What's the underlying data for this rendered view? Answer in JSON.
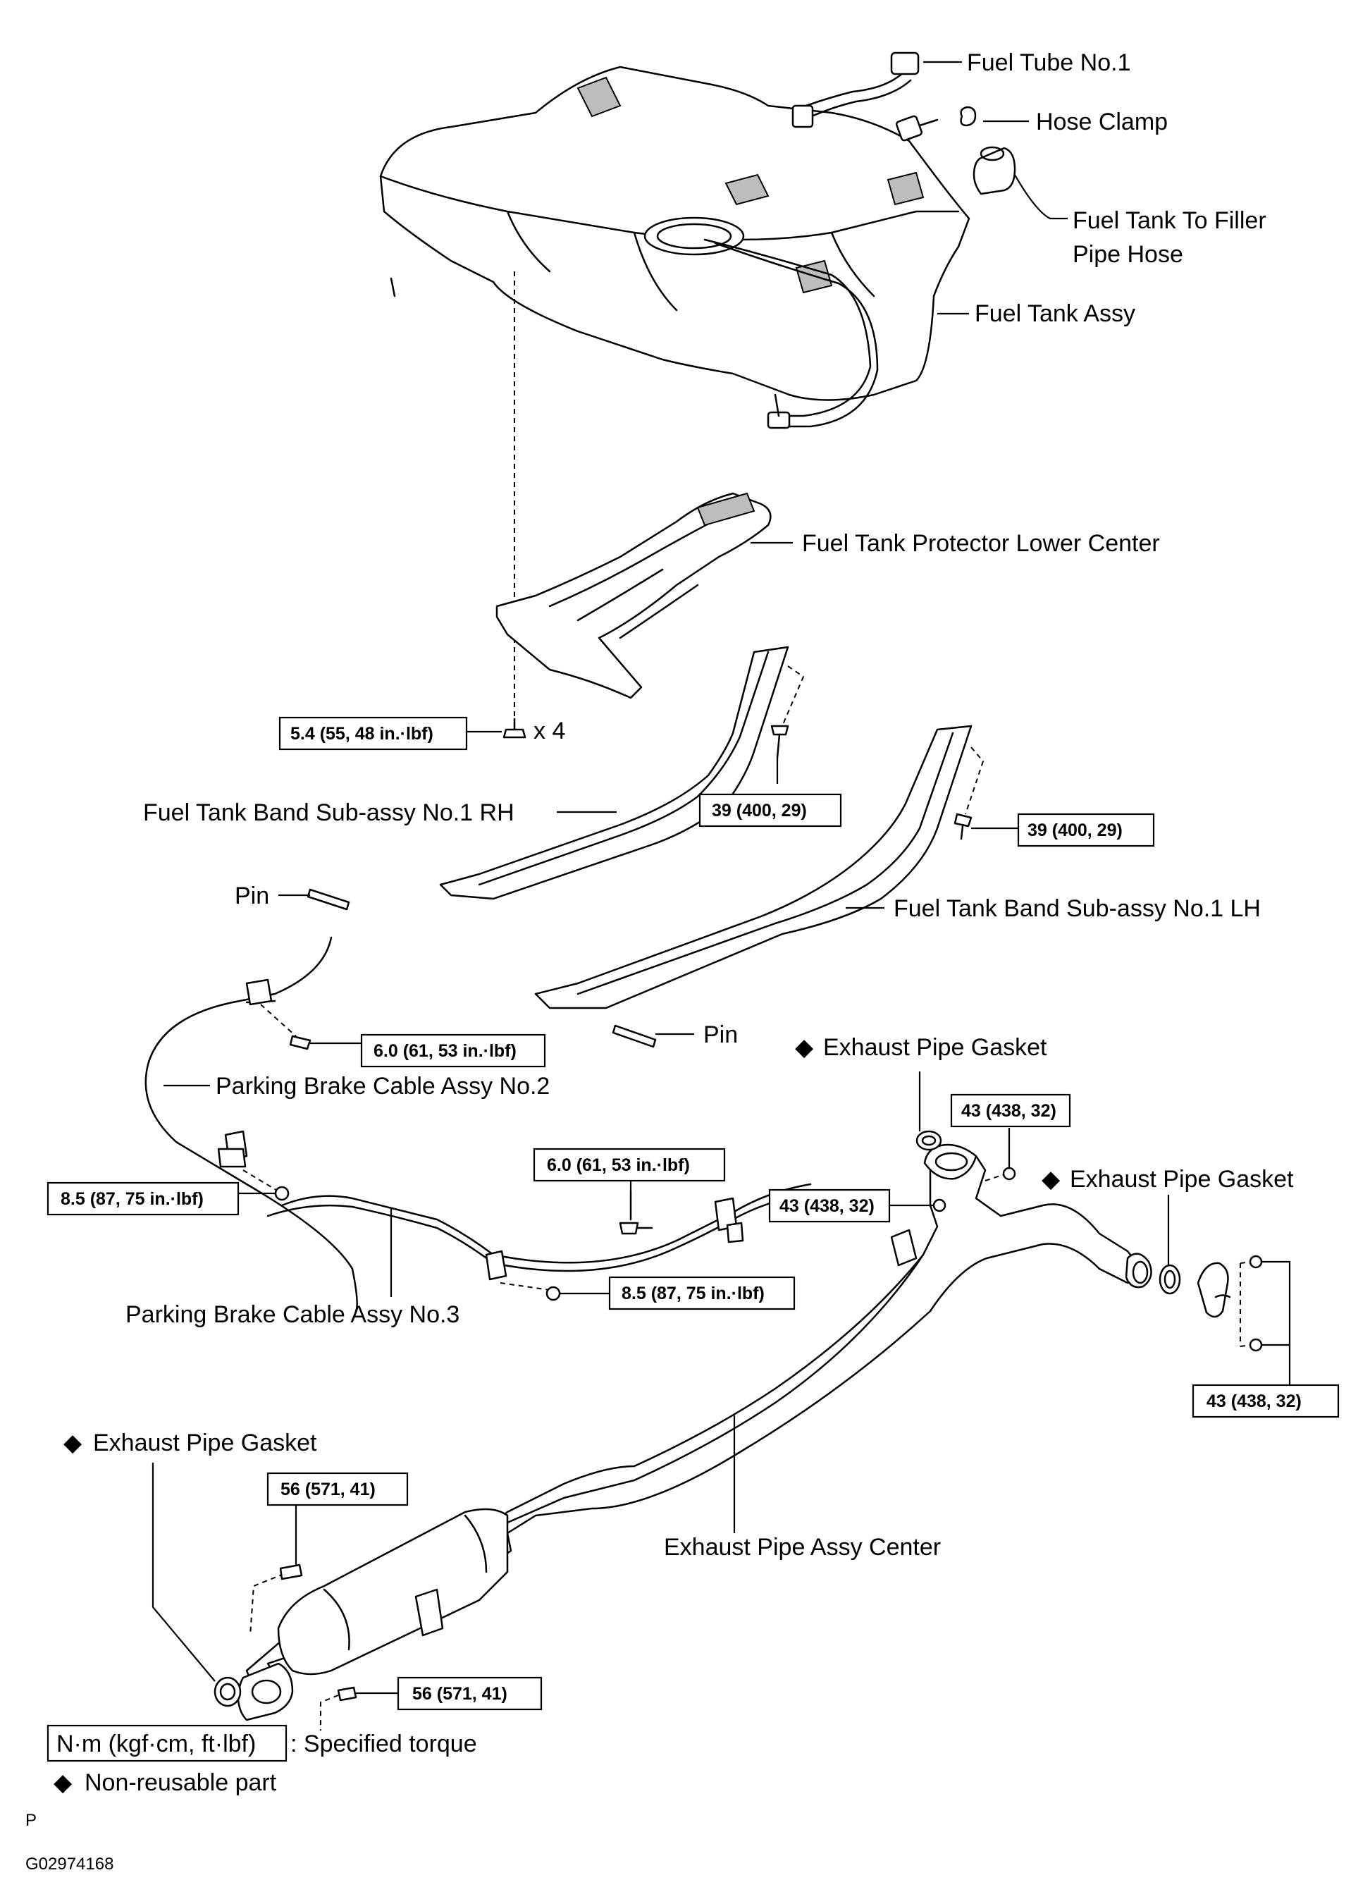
{
  "labels": {
    "fuel_tube_no1": "Fuel Tube No.1",
    "hose_clamp": "Hose Clamp",
    "filler_hose_1": "Fuel Tank To Filler",
    "filler_hose_2": "Pipe Hose",
    "fuel_tank_assy": "Fuel Tank Assy",
    "protector": "Fuel Tank Protector Lower Center",
    "times4": "x 4",
    "band_rh": "Fuel Tank Band Sub-assy No.1 RH",
    "band_lh": "Fuel Tank Band Sub-assy No.1 LH",
    "pin": "Pin",
    "pin2": "Pin",
    "pb_cable_2": "Parking Brake Cable Assy No.2",
    "pb_cable_3": "Parking Brake Cable Assy No.3",
    "gasket_upper": "Exhaust Pipe Gasket",
    "gasket_right": "Exhaust Pipe Gasket",
    "gasket_rear": "Exhaust Pipe Gasket",
    "exhaust_center": "Exhaust Pipe Assy Center"
  },
  "torques": {
    "protector_bolt": "5.4 (55, 48 in.·lbf)",
    "band_rh_bolt": "39 (400, 29)",
    "band_lh_bolt": "39 (400, 29)",
    "cable2_bolt": "6.0 (61, 53 in.·lbf)",
    "cable2_nut": "8.5 (87, 75 in.·lbf)",
    "cable3_bolt": "6.0 (61, 53 in.·lbf)",
    "cable3_nut": "8.5 (87, 75 in.·lbf)",
    "front_nut_a": "43 (438, 32)",
    "front_nut_b": "43 (438, 32)",
    "flange_nuts": "43 (438, 32)",
    "rear_bolt_upper": "56 (571, 41)",
    "rear_bolt_lower": "56 (571, 41)"
  },
  "legend": {
    "torque_unit": "N·m (kgf·cm, ft·lbf)",
    "torque_desc": ": Specified torque",
    "non_reusable": "Non-reusable part",
    "diamond": "◆"
  },
  "footer": {
    "p_mark": "P",
    "figure_id": "G02974168"
  }
}
